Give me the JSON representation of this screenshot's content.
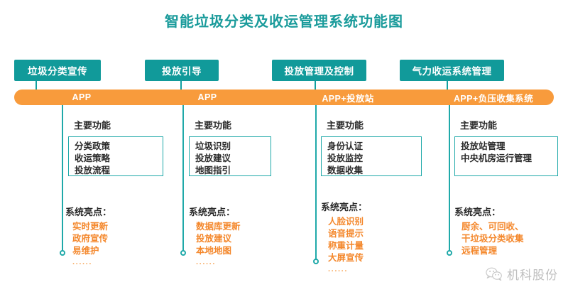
{
  "title": "智能垃圾分类及收运管理系统功能图",
  "colors": {
    "teal": "#119A9A",
    "teal_line": "#1FA9A9",
    "orange": "#F89B3C",
    "orange_text": "#F4872B",
    "title_color": "#1a9b9b"
  },
  "labels": {
    "main_function": "主要功能",
    "highlights": "系统亮点：",
    "ellipsis": "······"
  },
  "columns": [
    {
      "header": "垃圾分类宣传",
      "bar_label": "APP",
      "main_function_title": "主要功能",
      "functions": [
        "分类政策",
        "收运策略",
        "投放流程"
      ],
      "highlights_title": "系统亮点：",
      "highlights": [
        "实时更新",
        "政府宣传",
        "易维护"
      ],
      "has_ellipsis": true
    },
    {
      "header": "投放引导",
      "bar_label": "APP",
      "main_function_title": "主要功能",
      "functions": [
        "垃圾识别",
        "投放建议",
        "地图指引"
      ],
      "highlights_title": "系统亮点：",
      "highlights": [
        "数据库更新",
        "投放建议",
        "本地地图"
      ],
      "has_ellipsis": true
    },
    {
      "header": "投放管理及控制",
      "bar_label": "APP+投放站",
      "main_function_title": "主要功能",
      "functions": [
        "身份认证",
        "投放监控",
        "数据收集"
      ],
      "highlights_title": "系统亮点：",
      "highlights": [
        "人脸识别",
        "语音提示",
        "称重计量",
        "大屏宣传"
      ],
      "has_ellipsis": true
    },
    {
      "header": "气力收运系统管理",
      "bar_label": "APP+负压收集系统",
      "main_function_title": "主要功能",
      "functions": [
        "投放站管理",
        "中央机房运行管理"
      ],
      "highlights_title": "系统亮点：",
      "highlights": [
        "厨余、可回收、",
        "干垃圾分类收集",
        "远程管理"
      ],
      "has_ellipsis": false
    }
  ],
  "watermark": {
    "icon": "wechat-icon",
    "text": "机科股份"
  }
}
